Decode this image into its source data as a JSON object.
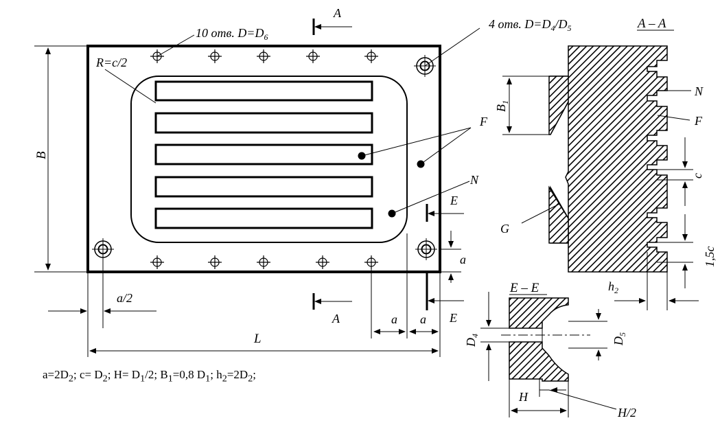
{
  "labels": {
    "section_a": "A",
    "section_aa": "A – A",
    "section_e": "E",
    "section_ee": "E – E",
    "holes_10": "10 отв. D=D",
    "holes_10_sub": "6",
    "holes_4": "4 отв. D=D",
    "holes_4_sub1": "4",
    "holes_4_mid": "/D",
    "holes_4_sub2": "5",
    "radius": "R=c/2",
    "dim_B": "B",
    "dim_L": "L",
    "dim_a": "a",
    "dim_a_half": "a/2",
    "dim_B1": "B",
    "dim_B1_sub": "1",
    "dim_c": "c",
    "dim_1_5c": "1,5c",
    "dim_h2": "h",
    "dim_h2_sub": "2",
    "dim_D4": "D",
    "dim_D4_sub": "4",
    "dim_D5": "D",
    "dim_D5_sub": "5",
    "dim_H": "H",
    "dim_H_half": "H/2",
    "label_F": "F",
    "label_N": "N",
    "label_G": "G"
  },
  "formula": {
    "parts": [
      "a=2D",
      "2",
      "; c= D",
      "2",
      "; H= D",
      "1",
      "/2; B",
      "1",
      "=0,8 D",
      "1",
      "; h",
      "2",
      "=2D",
      "2",
      ";"
    ]
  }
}
